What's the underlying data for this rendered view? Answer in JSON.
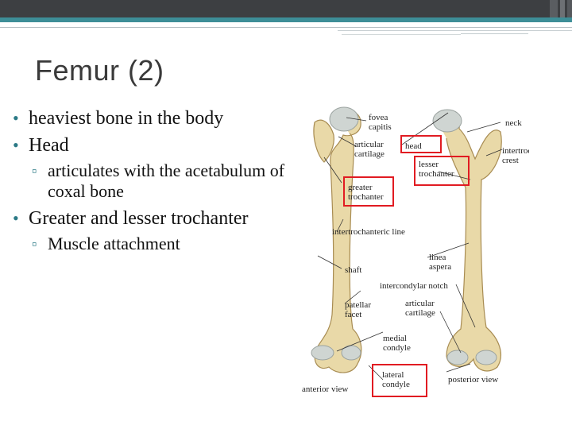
{
  "slide": {
    "title": "Femur (2)",
    "bullets": [
      {
        "text": "heaviest bone in the body"
      },
      {
        "text": "Head"
      },
      {
        "sub": "articulates with the acetabulum of coxal bone"
      },
      {
        "text": "Greater and lesser trochanter"
      },
      {
        "sub": "Muscle attachment"
      }
    ]
  },
  "figure": {
    "labels": {
      "fovea": "fovea capitis",
      "neck": "neck",
      "articular_top": "articular cartilage",
      "head": "head",
      "intertro_crest": "intertrochanteric crest",
      "lesser": "lesser trochanter",
      "greater": "greater trochanter",
      "intertro_line": "intertrochanteric line",
      "linea": "linea aspera",
      "shaft": "shaft",
      "intercondylar": "intercondylar notch",
      "patellar": "patellar facet",
      "articular_bot": "articular cartilage",
      "medial": "medial condyle",
      "lateral": "lateral condyle",
      "anterior": "anterior view",
      "posterior": "posterior view"
    }
  },
  "colors": {
    "accent": "#2b7a86",
    "bone": "#e9d9a8",
    "bone_edge": "#a88c52",
    "cartilage": "#c9d0cf",
    "highlight_box": "#e11b22"
  }
}
